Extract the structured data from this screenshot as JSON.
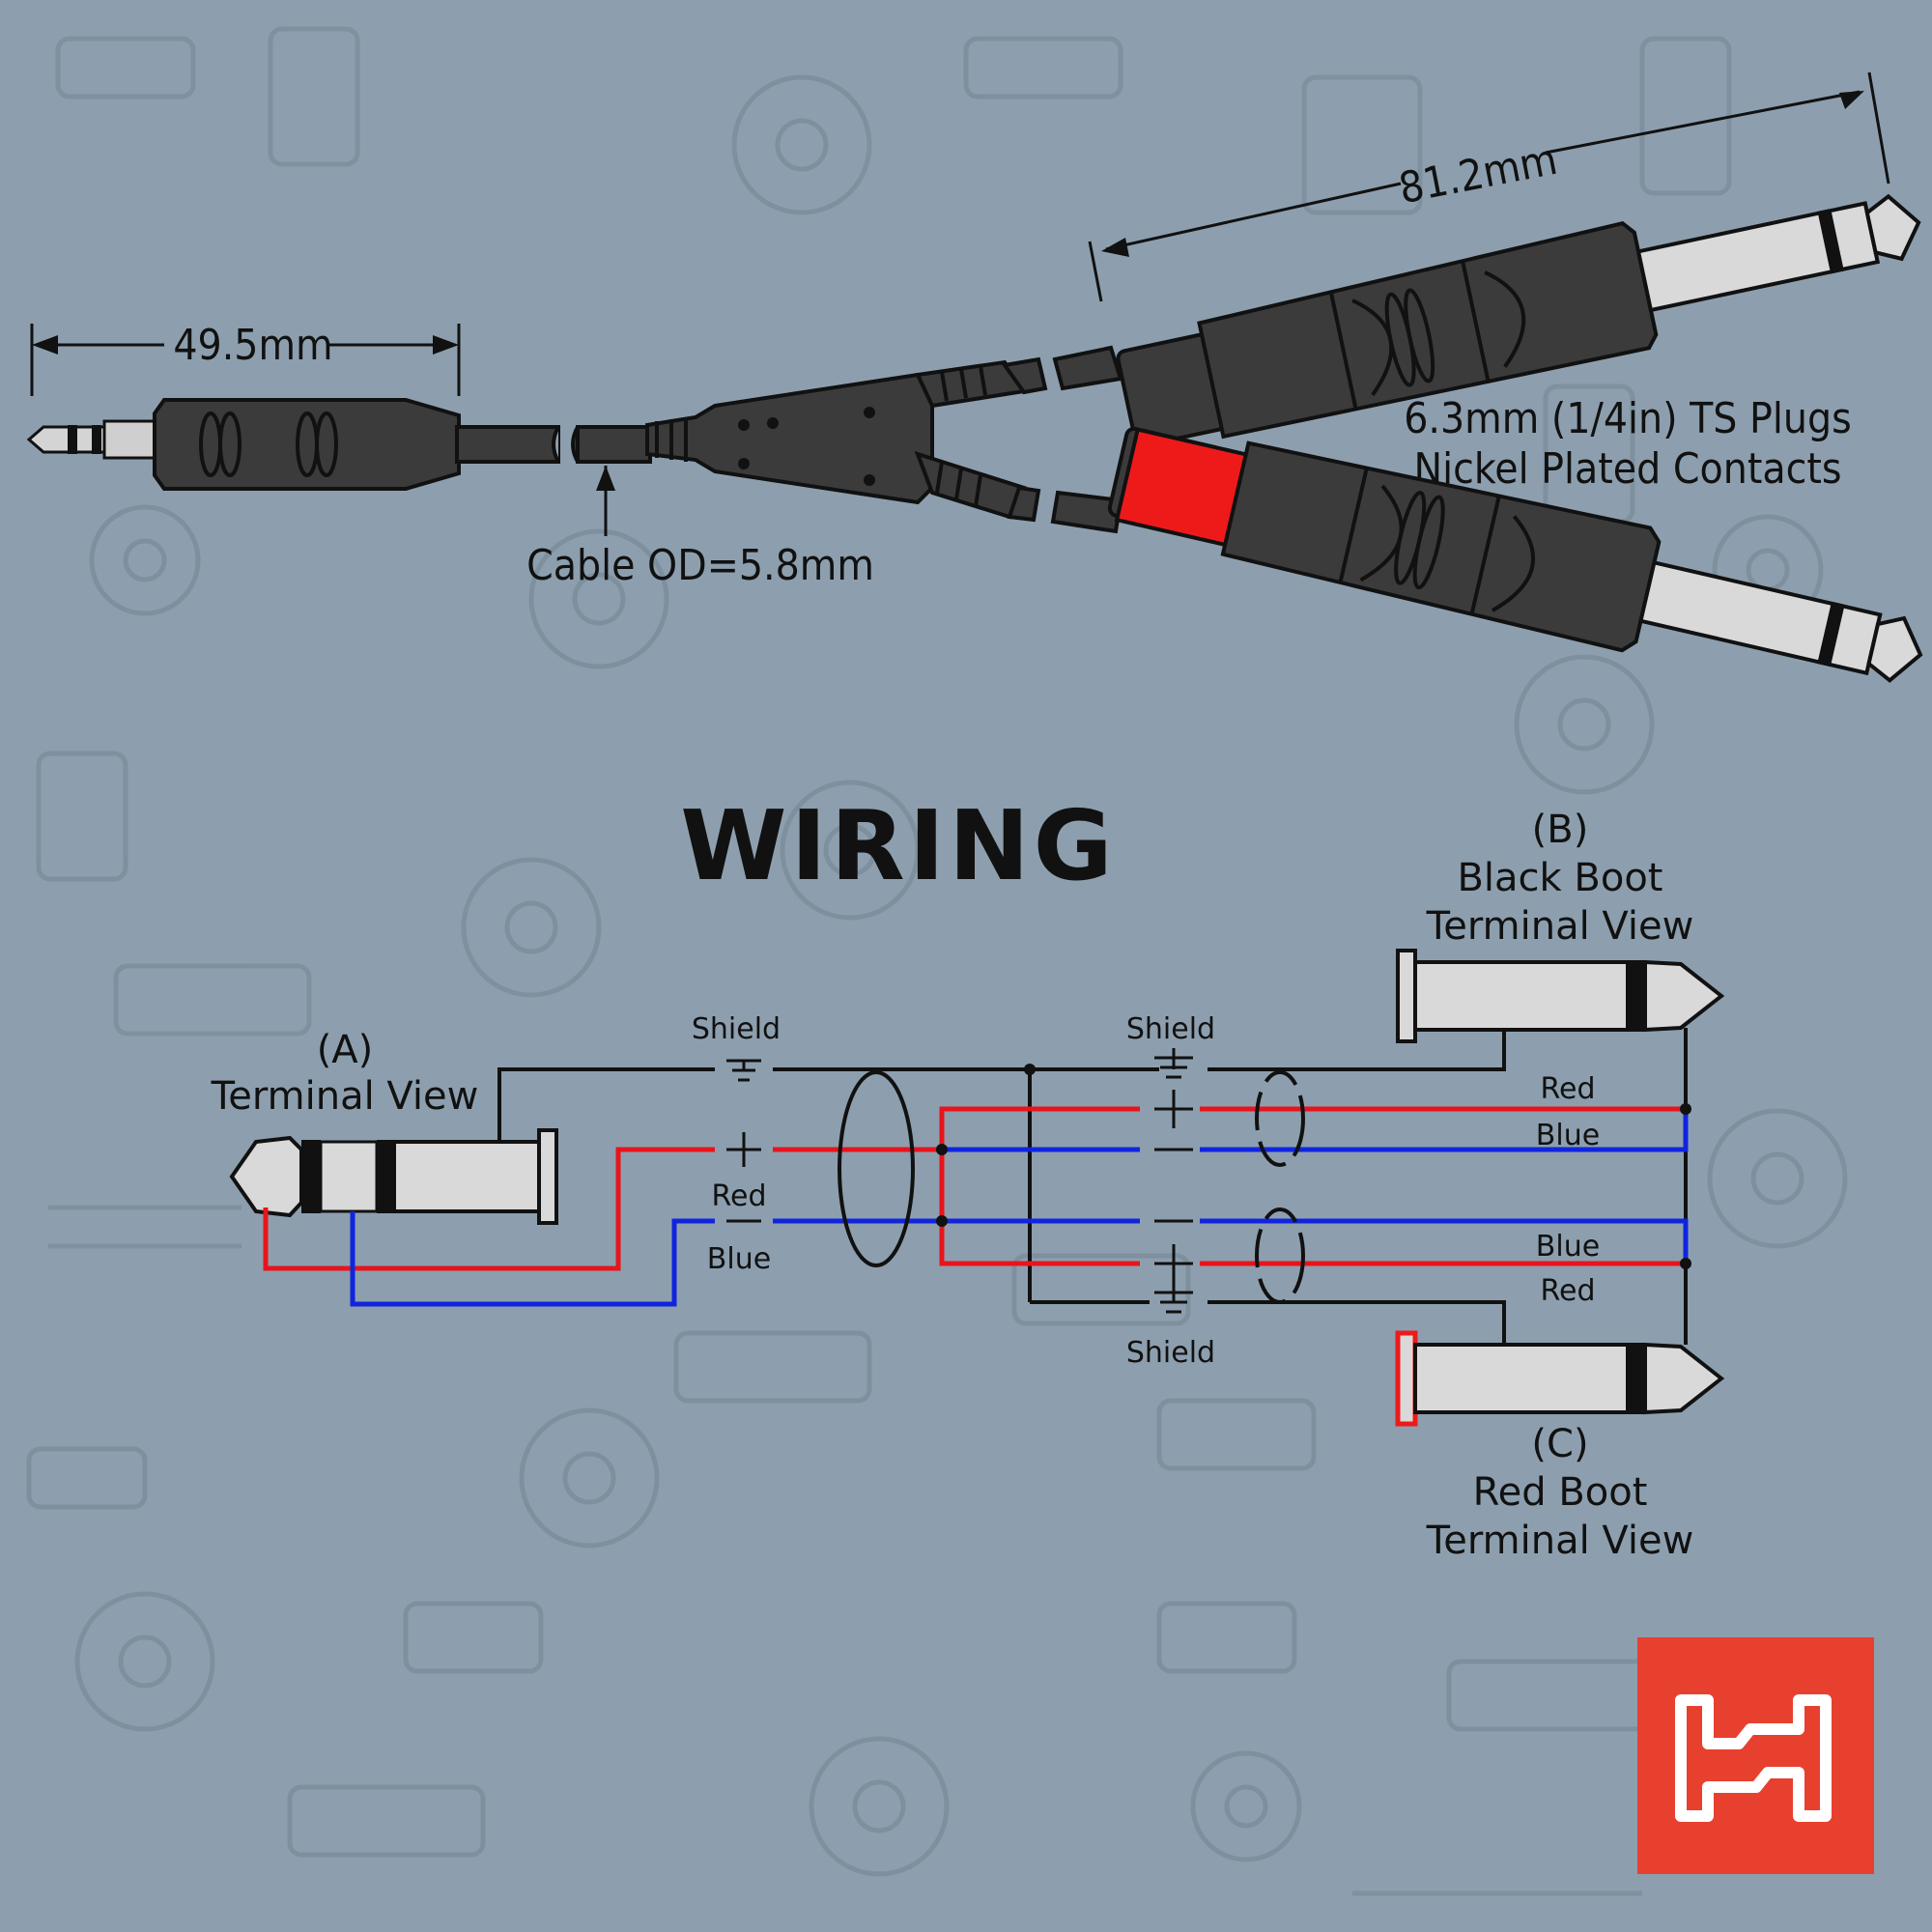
{
  "dimensions": {
    "left_plug_length": "49.5mm",
    "right_plug_length": "81.2mm",
    "cable_od": "Cable OD=5.8mm"
  },
  "plug_note": {
    "line1": "6.3mm (1/4in) TS Plugs",
    "line2": "Nickel Plated Contacts"
  },
  "wiring": {
    "title": "WIRING",
    "connector_a": {
      "tag": "(A)",
      "view": "Terminal View"
    },
    "connector_b": {
      "tag": "(B)",
      "boot": "Black Boot",
      "view": "Terminal View"
    },
    "connector_c": {
      "tag": "(C)",
      "boot": "Red Boot",
      "view": "Terminal View"
    },
    "labels": {
      "shield": "Shield",
      "red": "Red",
      "blue": "Blue"
    }
  },
  "colors": {
    "background": "#8d9fae",
    "plug_body": "#3b3b3b",
    "red_wire": "#e8141c",
    "blue_wire": "#1024e0",
    "red_boot": "#ee1a1a",
    "logo": "#e8402f"
  },
  "logo_icon": "hosa-logo"
}
